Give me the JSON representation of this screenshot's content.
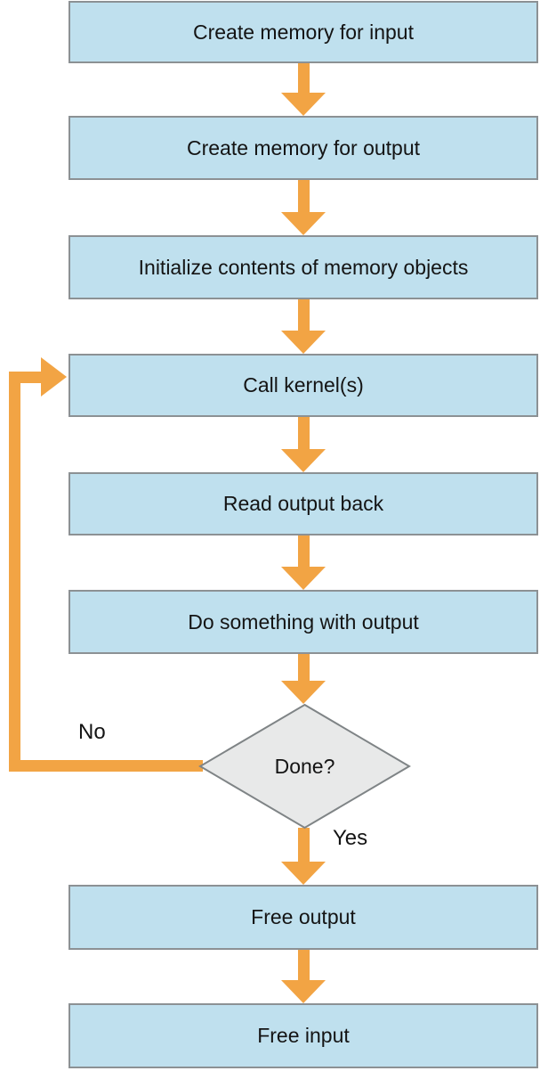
{
  "diagram": {
    "steps": [
      "Create memory for input",
      "Create memory for output",
      "Initialize contents of memory objects",
      "Call kernel(s)",
      "Read output back",
      "Do something with output",
      "Free output",
      "Free input"
    ],
    "decision": {
      "label": "Done?",
      "no": "No",
      "yes": "Yes"
    }
  },
  "colors": {
    "box_fill": "#bfe0ee",
    "box_border": "#8c9194",
    "arrow": "#f2a444",
    "diamond_fill": "#e8e9e9",
    "diamond_border": "#7f8486",
    "text": "#141414",
    "bg": "#ffffff"
  }
}
